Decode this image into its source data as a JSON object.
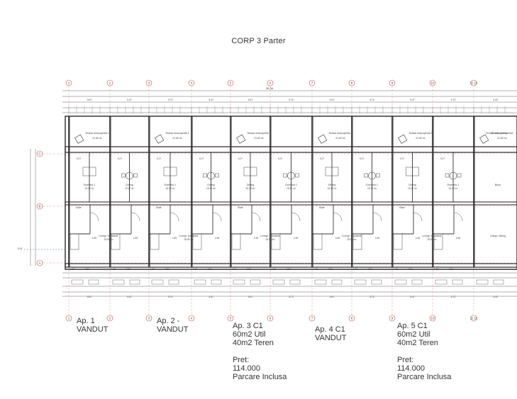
{
  "title": "CORP 3 Parter",
  "grid_columns": [
    "1",
    "2",
    "3",
    "4",
    "5",
    "6",
    "7",
    "8",
    "9",
    "10",
    "11 12"
  ],
  "grid_rows": [
    "C",
    "B",
    "A"
  ],
  "top_dimension": "36.36",
  "room_labels": {
    "terrace": [
      "Terasa neacoperita 1",
      "Terasa neacoperita 2",
      "Terasa neacoperita 3",
      "Terasa neacoperita 4",
      "Terasa neacoperita 5",
      "Terasa neacoperita"
    ],
    "rooms": [
      "Dormitor 1",
      "Dining",
      "Dormitor 1",
      "Dining",
      "Dining",
      "Dormitor 1",
      "Dining",
      "Dormitor 1",
      "Dining",
      "Dormitor 1",
      "Birou"
    ],
    "baths": [
      "Baie",
      "Baie",
      "Baie",
      "Baie",
      "Baie"
    ],
    "living": [
      "Living+ bucatarie",
      "Living+ bucatarie",
      "Living+ bucatarie",
      "Living+ bucatarie",
      "Living+ bucatarie",
      "Living+ dining"
    ]
  },
  "apartments": [
    {
      "name": "Ap. 1",
      "lines": [
        "Ap. 1",
        "VANDUT"
      ]
    },
    {
      "name": "Ap. 2",
      "lines": [
        "Ap. 2 -",
        "VANDUT"
      ]
    },
    {
      "name": "Ap. 3 C1",
      "lines": [
        "Ap. 3 C1",
        "60m2 Util",
        "40m2 Teren",
        "",
        "Pret:",
        "114.000",
        "Parcare Inclusa"
      ]
    },
    {
      "name": "Ap. 4 C1",
      "lines": [
        "Ap. 4 C1",
        "VANDUT"
      ]
    },
    {
      "name": "Ap. 5 C1",
      "lines": [
        "Ap. 5 C1",
        "60m2 Util",
        "40m2 Teren",
        "",
        "Pret:",
        "114.000",
        "Parcare Inclusa"
      ]
    }
  ]
}
